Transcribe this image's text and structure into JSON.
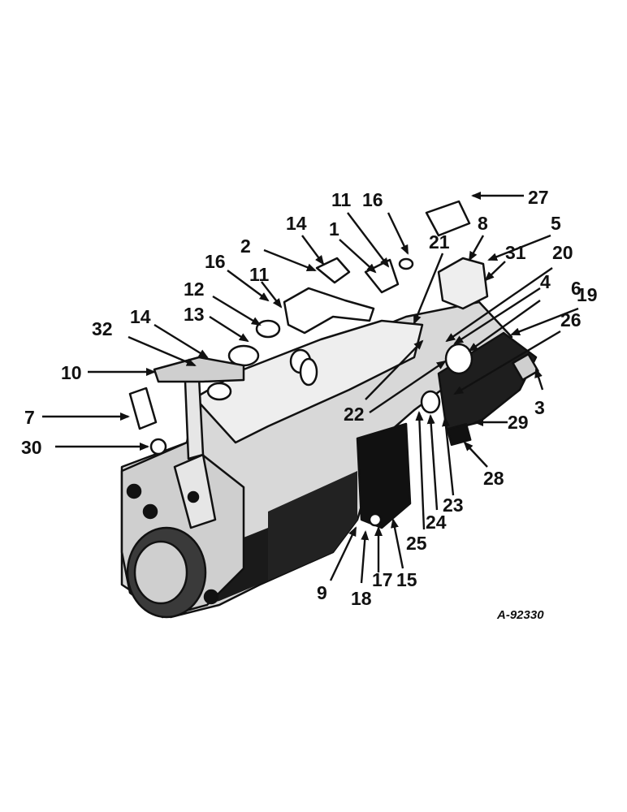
{
  "figure": {
    "reference_code": "A-92330",
    "ink_color": "#111111",
    "background_color": "#ffffff"
  },
  "callouts": [
    "1",
    "2",
    "3",
    "4",
    "5",
    "6",
    "7",
    "8",
    "9",
    "10",
    "11",
    "11",
    "12",
    "13",
    "14",
    "14",
    "15",
    "16",
    "16",
    "17",
    "18",
    "19",
    "20",
    "21",
    "22",
    "23",
    "24",
    "25",
    "26",
    "27",
    "28",
    "29",
    "30",
    "31",
    "32"
  ]
}
